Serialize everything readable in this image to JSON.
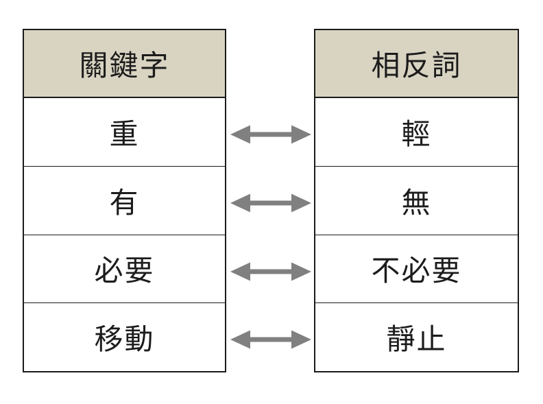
{
  "left_table": {
    "header": "關鍵字",
    "rows": [
      "重",
      "有",
      "必要",
      "移動"
    ]
  },
  "right_table": {
    "header": "相反詞",
    "rows": [
      "輕",
      "無",
      "不必要",
      "靜止"
    ]
  },
  "pairs": [
    {
      "keyword": "重",
      "antonym": "輕"
    },
    {
      "keyword": "有",
      "antonym": "無"
    },
    {
      "keyword": "必要",
      "antonym": "不必要"
    },
    {
      "keyword": "移動",
      "antonym": "靜止"
    }
  ],
  "icons": {
    "pair_relation": "double-headed-horizontal-arrow"
  },
  "colors": {
    "page_bg": "#ffffff",
    "header_bg": "#d9d4c2",
    "border": "#1a1a1a",
    "text": "#1c1c1c",
    "arrow": "#808080"
  }
}
